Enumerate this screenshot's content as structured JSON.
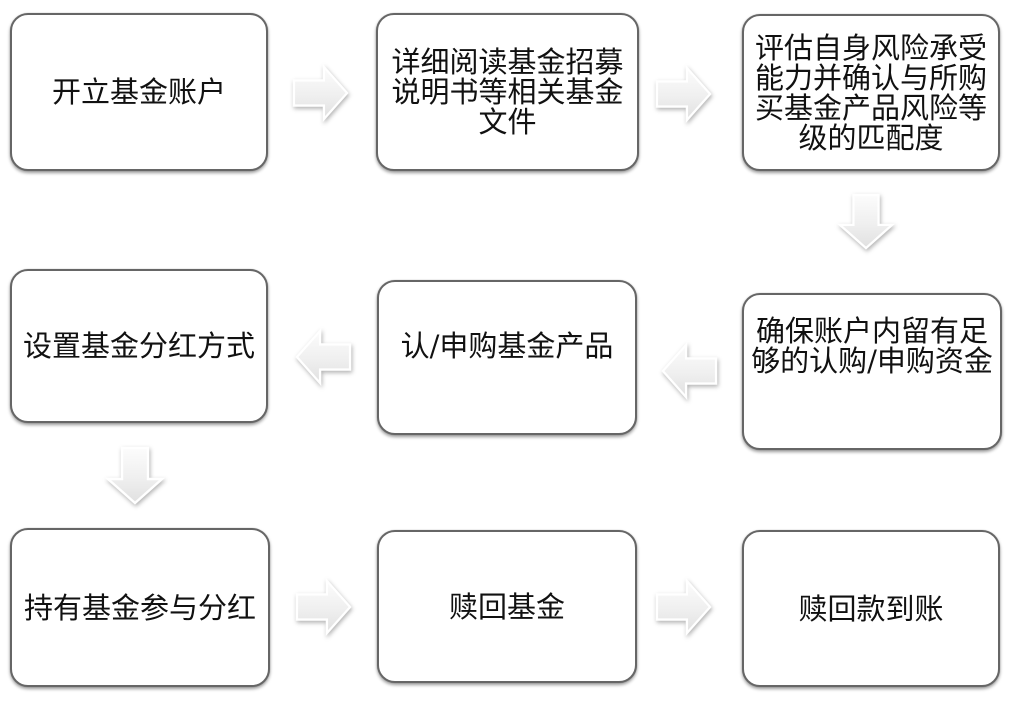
{
  "flowchart": {
    "steps": [
      {
        "id": "open-account",
        "label": "开立基金账户"
      },
      {
        "id": "read-documents",
        "label": "详细阅读基金招募\n说明书等相关基金\n文件"
      },
      {
        "id": "assess-risk",
        "label": "评估自身风险承受\n能力并确认与所购\n买基金产品风险等\n级的匹配度"
      },
      {
        "id": "ensure-funds",
        "label": "确保账户内留有足\n够的认购/申购资金"
      },
      {
        "id": "subscribe",
        "label": "认/申购基金产品"
      },
      {
        "id": "set-dividend",
        "label": "设置基金分红方式"
      },
      {
        "id": "hold-dividend",
        "label": "持有基金参与分红"
      },
      {
        "id": "redeem",
        "label": "赎回基金"
      },
      {
        "id": "redemption-arrival",
        "label": "赎回款到账"
      }
    ],
    "connections": [
      {
        "from": "open-account",
        "to": "read-documents",
        "direction": "right"
      },
      {
        "from": "read-documents",
        "to": "assess-risk",
        "direction": "right"
      },
      {
        "from": "assess-risk",
        "to": "ensure-funds",
        "direction": "down"
      },
      {
        "from": "ensure-funds",
        "to": "subscribe",
        "direction": "left"
      },
      {
        "from": "subscribe",
        "to": "set-dividend",
        "direction": "left"
      },
      {
        "from": "set-dividend",
        "to": "hold-dividend",
        "direction": "down"
      },
      {
        "from": "hold-dividend",
        "to": "redeem",
        "direction": "right"
      },
      {
        "from": "redeem",
        "to": "redemption-arrival",
        "direction": "right"
      }
    ],
    "colors": {
      "background": "#ffffff",
      "box_fill": "#ffffff",
      "box_border": "#666666",
      "arrow_fill_light": "#fbfbfb",
      "arrow_fill_dark": "#e1e1e1",
      "arrow_outline": "#ffffff",
      "text": "#111111"
    }
  }
}
